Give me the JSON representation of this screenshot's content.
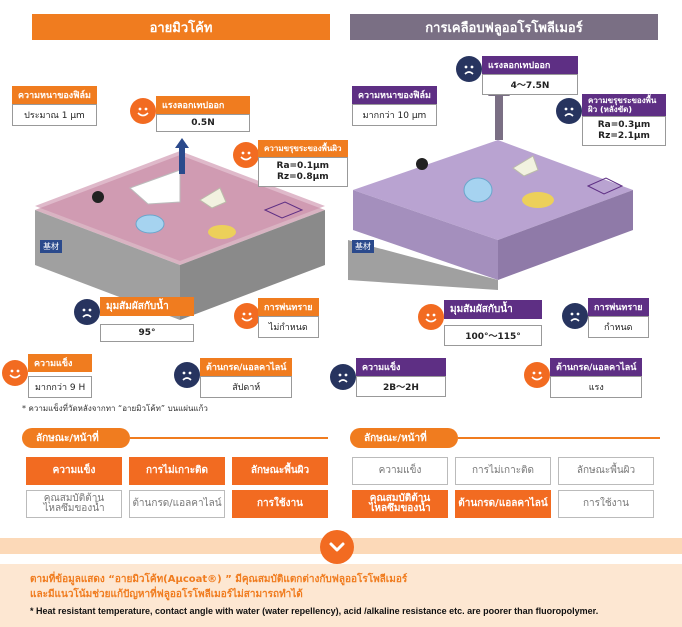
{
  "headers": {
    "left": "อายมิวโค้ท",
    "right": "การเคลือบฟลูออโรโพลีเมอร์"
  },
  "left_panel": {
    "substrate": "基材",
    "film_thickness": {
      "title": "ความหนาของฟิล์ม",
      "value": "ประมาณ 1 μm"
    },
    "peel_strength": {
      "title": "แรงลอกเทปออก",
      "value": "0.5N"
    },
    "roughness": {
      "title": "ความขรุขระของพื้นผิว",
      "value_ra": "Ra=0.1μm",
      "value_rz": "Rz=0.8μm"
    },
    "contact_angle": {
      "title": "มุมสัมผัสกับน้ำ",
      "value": "95°"
    },
    "sandblast": {
      "title": "การพ่นทราย",
      "value": "ไม่กำหนด"
    },
    "hardness": {
      "title": "ความแข็ง",
      "value": "มากกว่า 9 H"
    },
    "acid_alkali": {
      "title": "ต้านกรด/แอลคาไลน์",
      "value": "สัปดาห์"
    }
  },
  "right_panel": {
    "substrate": "基材",
    "film_thickness": {
      "title": "ความหนาของฟิล์ม",
      "value": "มากกว่า 10 μm"
    },
    "peel_strength": {
      "title": "แรงลอกเทปออก",
      "value": "4〜7.5N"
    },
    "roughness": {
      "title": "ความขรุขระของพื้นผิว (หลังขัด)",
      "value_ra": "Ra=0.3μm",
      "value_rz": "Rz=2.1μm"
    },
    "contact_angle": {
      "title": "มุมสัมผัสกับน้ำ",
      "value": "100°〜115°"
    },
    "sandblast": {
      "title": "การพ่นทราย",
      "value": "กำหนด"
    },
    "hardness": {
      "title": "ความแข็ง",
      "value": "2B〜2H"
    },
    "acid_alkali": {
      "title": "ต้านกรด/แอลคาไลน์",
      "value": "แรง"
    }
  },
  "note": "* ความแข็งที่วัดหลังจากทา “อายมิวโค้ท” บนแผ่นแก้ว",
  "feature_tab": "ลักษณะ/หน้าที่",
  "left_features": [
    {
      "label": "ความแข็ง",
      "on": true
    },
    {
      "label": "การไม่เกาะติด",
      "on": true
    },
    {
      "label": "ลักษณะพื้นผิว",
      "on": true
    },
    {
      "label": "คุณสมบัติต้าน\nไหลซึมของน้ำ",
      "on": false
    },
    {
      "label": "ต้านกรด/แอลคาไลน์",
      "on": false
    },
    {
      "label": "การใช้งาน",
      "on": true
    }
  ],
  "right_features": [
    {
      "label": "ความแข็ง",
      "on": false
    },
    {
      "label": "การไม่เกาะติด",
      "on": false
    },
    {
      "label": "ลักษณะพื้นผิว",
      "on": false
    },
    {
      "label": "คุณสมบัติต้าน\nไหลซึมของน้ำ",
      "on": true
    },
    {
      "label": "ต้านกรด/แอลคาไลน์",
      "on": true
    },
    {
      "label": "การใช้งาน",
      "on": false
    }
  ],
  "conclusion": {
    "line1": "ตามที่ข้อมูลแสดง “อายมิวโค้ท(Aμcoat®) ” มีคุณสมบัติแตกต่างกับฟลูออโรโพลีเมอร์",
    "line2": "และมีแนวโน้มช่วยแก้ปัญหาที่ฟลูออโรโพลีเมอร์ไม่สามารถทำได้",
    "english": "* Heat resistant temperature, contact angle with water (water repellency), acid /alkaline resistance etc. are poorer than fluoropolymer."
  },
  "colors": {
    "orange": "#f07c1f",
    "purple": "#5e2f84",
    "gray_header": "#7a6f84",
    "sad_face": "#27345f"
  },
  "icons": [
    "happy-face-icon",
    "sad-face-icon",
    "arrow-down-icon",
    "peel-arrow-icon"
  ]
}
